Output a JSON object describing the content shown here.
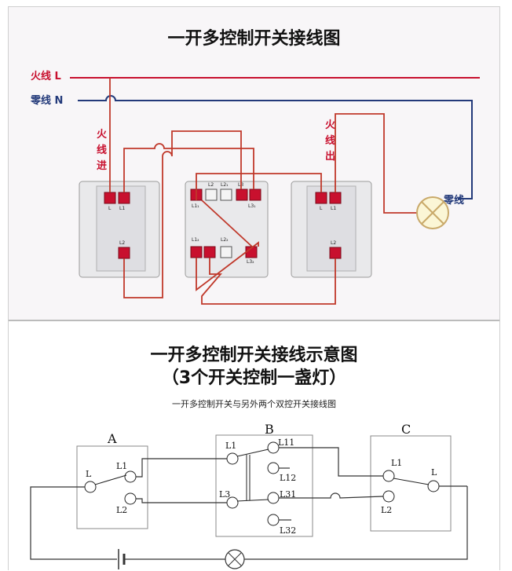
{
  "top": {
    "title": "一开多控制开关接线图",
    "live_label": "火线 L",
    "neutral_label": "零线 N",
    "live_in": [
      "火",
      "线",
      "进"
    ],
    "live_out": [
      "火",
      "线",
      "出"
    ],
    "lamp_neutral": "零线",
    "left_switch_terminals": [
      "L",
      "L1",
      "L2"
    ],
    "middle_switch_terminals": [
      "L2",
      "L2₁",
      "L3",
      "L1₁",
      "L3₁",
      "L1₂",
      "L2₂",
      "L3₂"
    ],
    "right_switch_terminals": [
      "L",
      "L1",
      "L2"
    ]
  },
  "bottom": {
    "title_line1": "一开多控制开关接线示意图",
    "title_line2": "（3个开关控制一盏灯）",
    "caption": "一开多控制开关与另外两个双控开关接线图",
    "box_a": "A",
    "box_b": "B",
    "box_c": "C",
    "a_terminals": [
      "L",
      "L1",
      "L2"
    ],
    "b_terminals": [
      "L1",
      "L11",
      "L12",
      "L3",
      "L31",
      "L32"
    ],
    "c_terminals": [
      "L1",
      "L",
      "L2"
    ]
  },
  "colors": {
    "live": "#c8102e",
    "neutral": "#233a7a",
    "wire_red": "#c0392b",
    "wire_dark": "#444444"
  }
}
